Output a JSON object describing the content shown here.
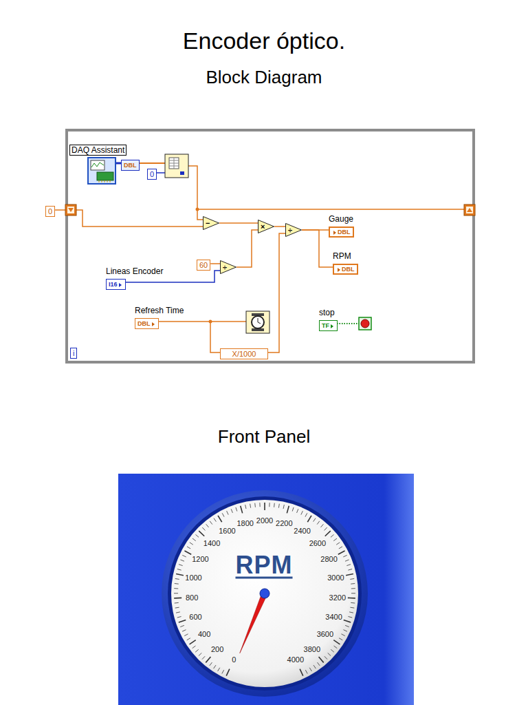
{
  "diagram": {
    "title": "Encoder óptico.",
    "nodes": [
      {
        "text": [
          "DAQ Assistant"
        ]
      },
      {
        "text": [
          "DBL"
        ]
      },
      {
        "text": [
          "0"
        ]
      },
      {
        "text": [
          "0"
        ]
      },
      {
        "text": [
          "Gauge",
          "DBL"
        ]
      },
      {
        "text": [
          "−"
        ]
      },
      {
        "text": [
          "×"
        ]
      },
      {
        "text": [
          "÷"
        ]
      },
      {
        "text": [
          "RPM",
          "DBL"
        ]
      },
      {
        "text": [
          "60"
        ]
      },
      {
        "text": [
          "÷"
        ]
      },
      {
        "text": [
          "Lineas Encoder",
          "I16"
        ]
      },
      {
        "text": [
          "Refresh Time",
          "DBL"
        ]
      },
      {
        "text": [
          "stop",
          "TF"
        ]
      },
      {
        "text": [
          "X/1000"
        ]
      },
      {
        "text": [
          "i"
        ]
      }
    ],
    "edges": [
      {
        "from": 0,
        "to": 1,
        "arrow": "none"
      },
      {
        "from": 3,
        "to": 5,
        "arrow": "none"
      },
      {
        "from": 5,
        "to": 6,
        "arrow": "none"
      },
      {
        "from": 9,
        "to": 10,
        "arrow": "none"
      },
      {
        "from": 11,
        "to": 10,
        "arrow": "none"
      },
      {
        "from": 10,
        "to": 6,
        "arrow": "none"
      },
      {
        "from": 6,
        "to": 7,
        "arrow": "none"
      },
      {
        "from": 14,
        "to": 7,
        "arrow": "none"
      },
      {
        "from": 7,
        "to": 4,
        "arrow": "none"
      },
      {
        "from": 7,
        "to": 8,
        "arrow": "none"
      },
      {
        "from": 12,
        "to": 14,
        "arrow": "none"
      }
    ],
    "labels": [
      "Block Diagram",
      "Front Panel",
      "0",
      "200",
      "400",
      "600",
      "800",
      "1000",
      "1200",
      "1400",
      "1600",
      "1800",
      "2000",
      "2200",
      "2400",
      "2600",
      "2800",
      "3000",
      "3200",
      "3400",
      "3600",
      "3800",
      "4000",
      "RPM"
    ]
  }
}
